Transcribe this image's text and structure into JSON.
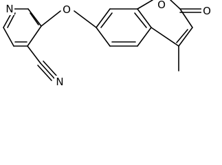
{
  "molecule": {
    "atom_labels": {
      "pyridine_n": "N",
      "ether_o": "O",
      "ring_o": "O",
      "carbonyl_o": "O",
      "nitrile_n": "N"
    }
  }
}
